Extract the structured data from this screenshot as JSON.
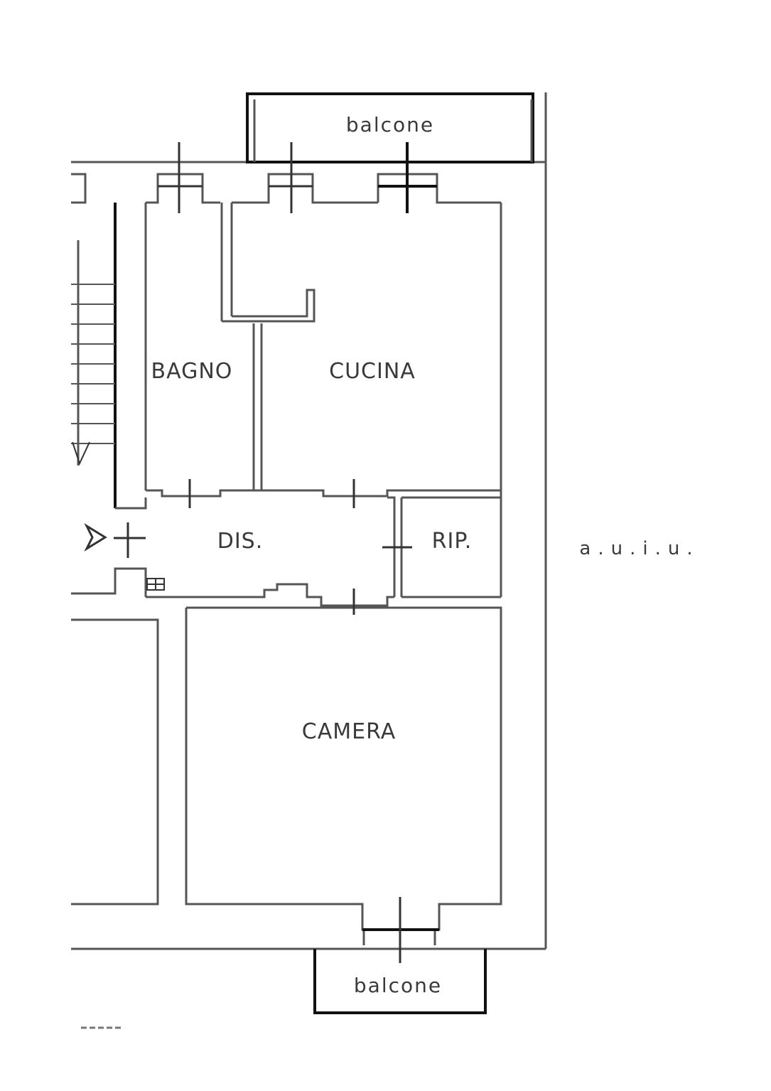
{
  "plan": {
    "line_color": "#555555",
    "line_color_dark": "#111111",
    "labels": {
      "balcone_top": "balcone",
      "balcone_bottom": "balcone",
      "bagno": "BAGNO",
      "cucina": "CUCINA",
      "dis": "DIS.",
      "rip": "RIP.",
      "camera": "CAMERA",
      "aside": "a.u.i.u."
    }
  }
}
